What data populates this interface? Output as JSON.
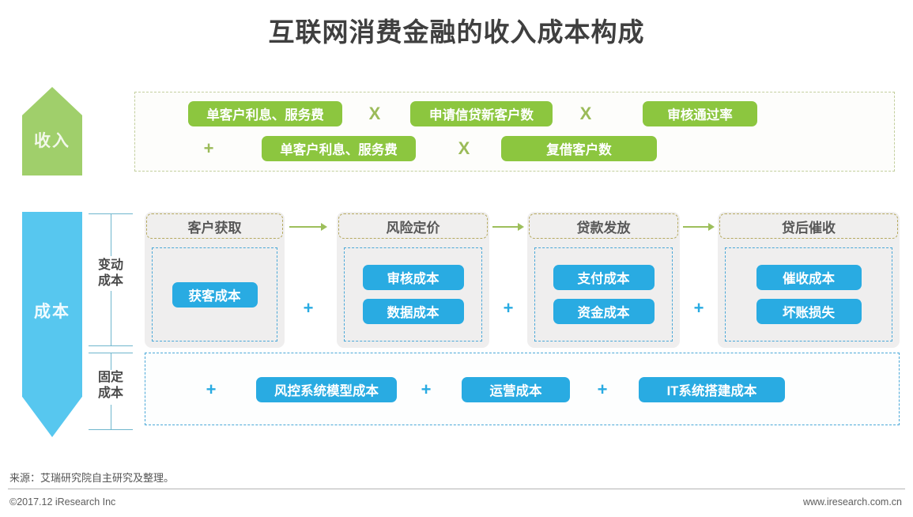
{
  "page": {
    "title": "互联网消费金融的收入成本构成"
  },
  "revenue": {
    "arrow_label": "收入",
    "row1": {
      "term1": "单客户利息、服务费",
      "op1": "X",
      "term2": "申请信贷新客户数",
      "op2": "X",
      "term3": "审核通过率"
    },
    "row2": {
      "lead_op": "+",
      "term1": "单客户利息、服务费",
      "op1": "X",
      "term2": "复借客户数"
    }
  },
  "cost": {
    "arrow_label": "成本",
    "brackets": [
      {
        "label_line1": "变动",
        "label_line2": "成本"
      },
      {
        "label_line1": "固定",
        "label_line2": "成本"
      }
    ],
    "stages": [
      {
        "head": "客户获取",
        "items": [
          "获客成本"
        ]
      },
      {
        "head": "风险定价",
        "items": [
          "审核成本",
          "数据成本"
        ]
      },
      {
        "head": "贷款发放",
        "items": [
          "支付成本",
          "资金成本"
        ]
      },
      {
        "head": "贷后催收",
        "items": [
          "催收成本",
          "坏账损失"
        ]
      }
    ],
    "stage_separators": [
      "+",
      "+",
      "+"
    ],
    "fixed": {
      "lead_op": "+",
      "items": [
        "风控系统模型成本",
        "运营成本",
        "IT系统搭建成本"
      ],
      "separators": [
        "+",
        "+"
      ]
    }
  },
  "footer": {
    "source": "来源：艾瑞研究院自主研究及整理。",
    "copyright": "©2017.12 iResearch Inc",
    "url": "www.iresearch.com.cn"
  },
  "colors": {
    "green": "#8cc63f",
    "green_light": "#a0cf6b",
    "blue": "#29abe2",
    "blue_light": "#57c7ef",
    "olive": "#9bbb59",
    "title_gray": "#3f3f3f"
  }
}
